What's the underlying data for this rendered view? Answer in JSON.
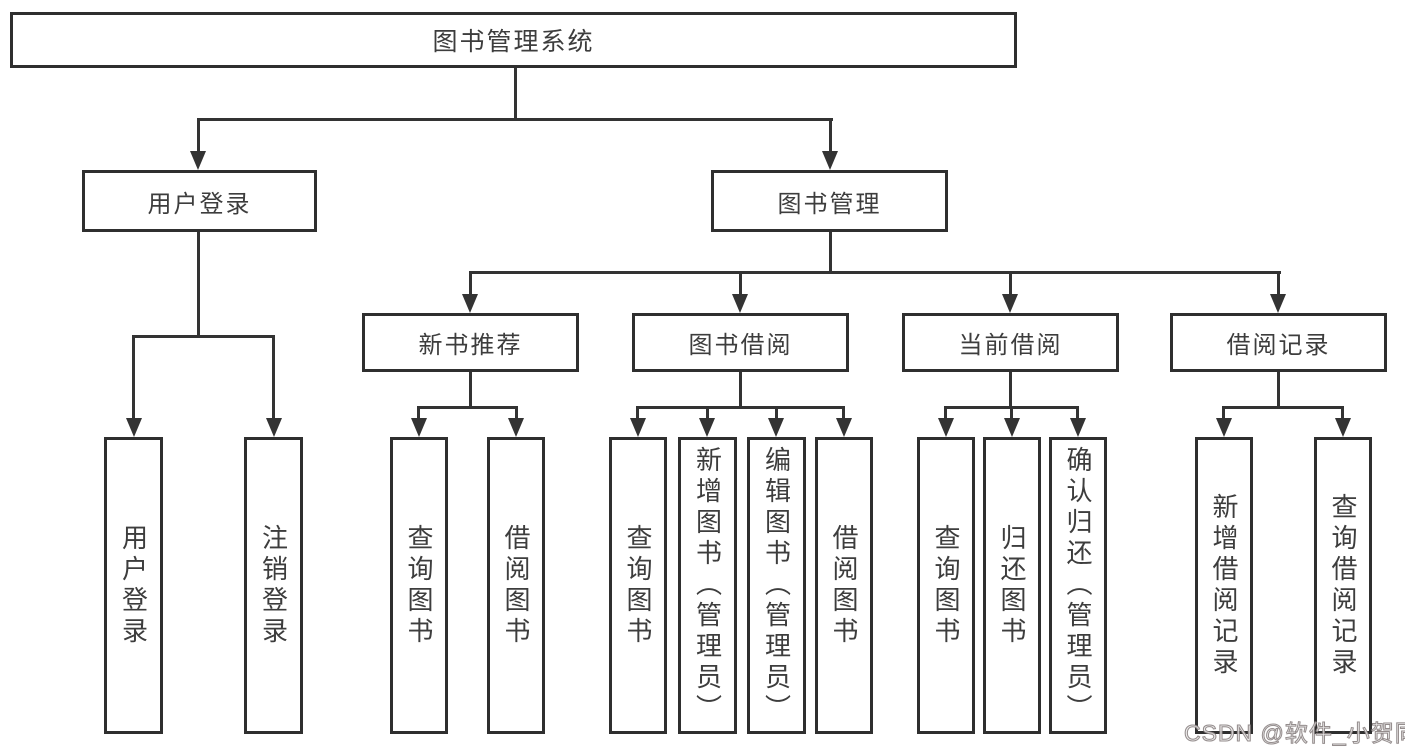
{
  "tree": {
    "root_label": "图书管理系统",
    "user_login_label": "用户登录",
    "book_mgmt_label": "图书管理",
    "user_login_children": [
      "用户登录",
      "注销登录"
    ],
    "sections": [
      {
        "label": "新书推荐",
        "children": [
          "查询图书",
          "借阅图书"
        ]
      },
      {
        "label": "图书借阅",
        "children": [
          "查询图书",
          "新增图书（管理员）",
          "编辑图书（管理员）",
          "借阅图书"
        ]
      },
      {
        "label": "当前借阅",
        "children": [
          "查询图书",
          "归还图书",
          "确认归还（管理员）"
        ]
      },
      {
        "label": "借阅记录",
        "children": [
          "新增借阅记录",
          "查询借阅记录"
        ]
      }
    ]
  },
  "watermark": {
    "text": "CSDN @软件_小贺同学",
    "color": "#a9a2a2"
  },
  "colors": {
    "line": "#333333",
    "box_border": "#2f2f2f",
    "text": "#3d3d3d",
    "background": "#ffffff"
  }
}
